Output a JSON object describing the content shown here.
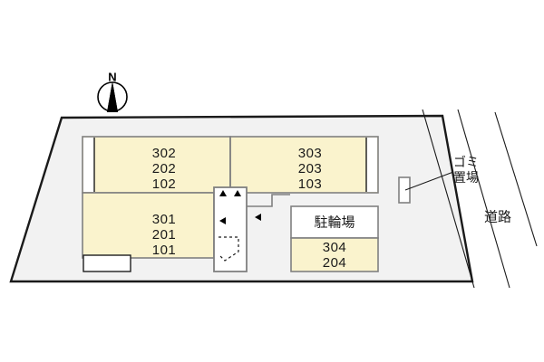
{
  "plan": {
    "title": "apartment-site-layout",
    "compass": {
      "label": "N",
      "icon": "north-arrow-icon"
    },
    "colors": {
      "unit_fill": "#faf3cd",
      "lot_fill": "#f2f2f2",
      "white_fill": "#ffffff",
      "outline": "#1a1a1a",
      "inner_outline": "#808080",
      "text": "#1a1a1a"
    },
    "units": [
      {
        "name": "unit-block-302-202-102",
        "lines": [
          "302",
          "202",
          "102"
        ],
        "line1": "302",
        "line2": "202",
        "line3": "102"
      },
      {
        "name": "unit-block-303-203-103",
        "lines": [
          "303",
          "203",
          "103"
        ],
        "line1": "303",
        "line2": "203",
        "line3": "103"
      },
      {
        "name": "unit-block-301-201-101",
        "lines": [
          "301",
          "201",
          "101"
        ],
        "line1": "301",
        "line2": "201",
        "line3": "101"
      },
      {
        "name": "unit-block-304-204",
        "lines": [
          "304",
          "204"
        ],
        "line1": "304",
        "line2": "204"
      }
    ],
    "facilities": {
      "bicycle_parking": "駐輪場",
      "garbage_area_line1": "ゴミ",
      "garbage_area_line2": "置場",
      "road": "道路"
    }
  }
}
